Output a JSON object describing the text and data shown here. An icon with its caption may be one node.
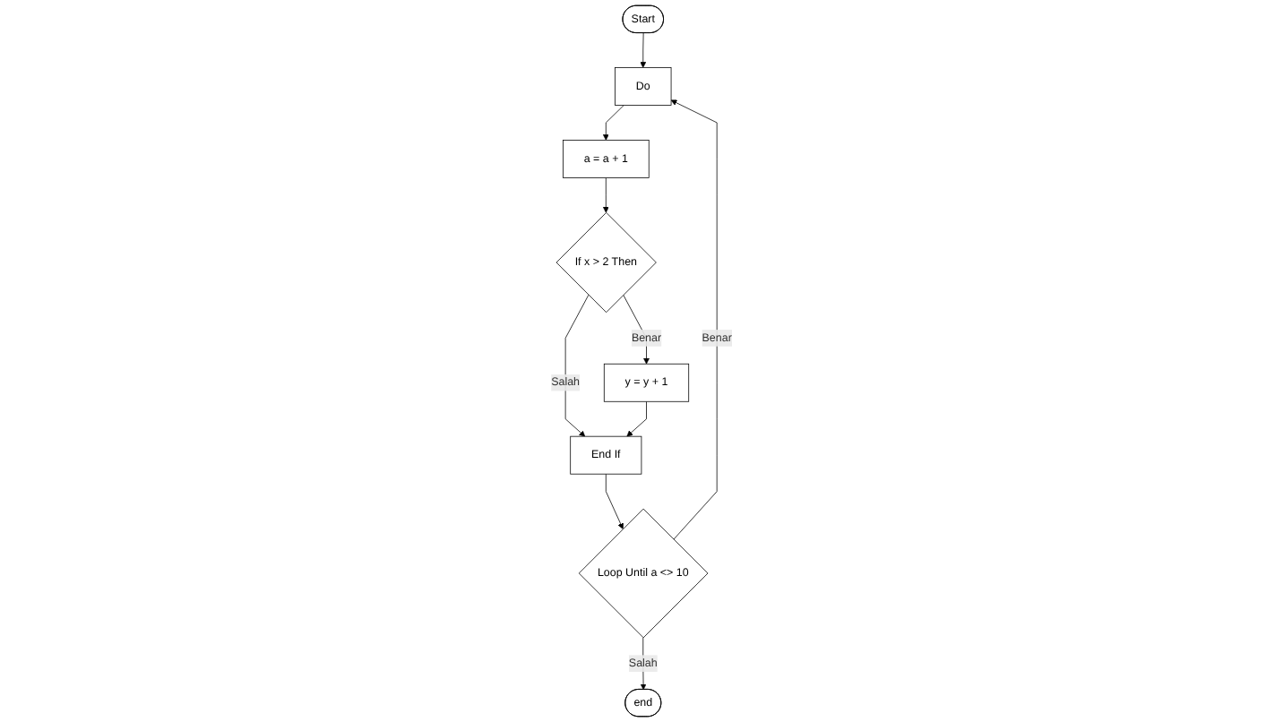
{
  "diagram": {
    "nodes": [
      {
        "text": [
          "Start"
        ]
      },
      {
        "text": [
          "Do"
        ]
      },
      {
        "text": [
          "a = a + 1"
        ]
      },
      {
        "text": [
          "If x > 2 Then"
        ]
      },
      {
        "text": [
          "y = y + 1"
        ]
      },
      {
        "text": [
          "End If"
        ]
      },
      {
        "text": [
          "Loop Until a <> 10"
        ]
      },
      {
        "text": [
          "end"
        ]
      }
    ],
    "edges": [
      {
        "from": 0,
        "to": 1,
        "arrow": "to"
      },
      {
        "from": 1,
        "to": 2,
        "arrow": "to"
      },
      {
        "from": 2,
        "to": 3,
        "arrow": "to"
      },
      {
        "from": 3,
        "to": 4,
        "arrow": "to",
        "label": "Benar"
      },
      {
        "from": 3,
        "to": 5,
        "arrow": "to",
        "label": "Salah"
      },
      {
        "from": 4,
        "to": 5,
        "arrow": "to"
      },
      {
        "from": 5,
        "to": 6,
        "arrow": "to"
      },
      {
        "from": 6,
        "to": 1,
        "arrow": "to",
        "label": "Benar"
      },
      {
        "from": 6,
        "to": 7,
        "arrow": "to",
        "label": "Salah"
      }
    ]
  }
}
